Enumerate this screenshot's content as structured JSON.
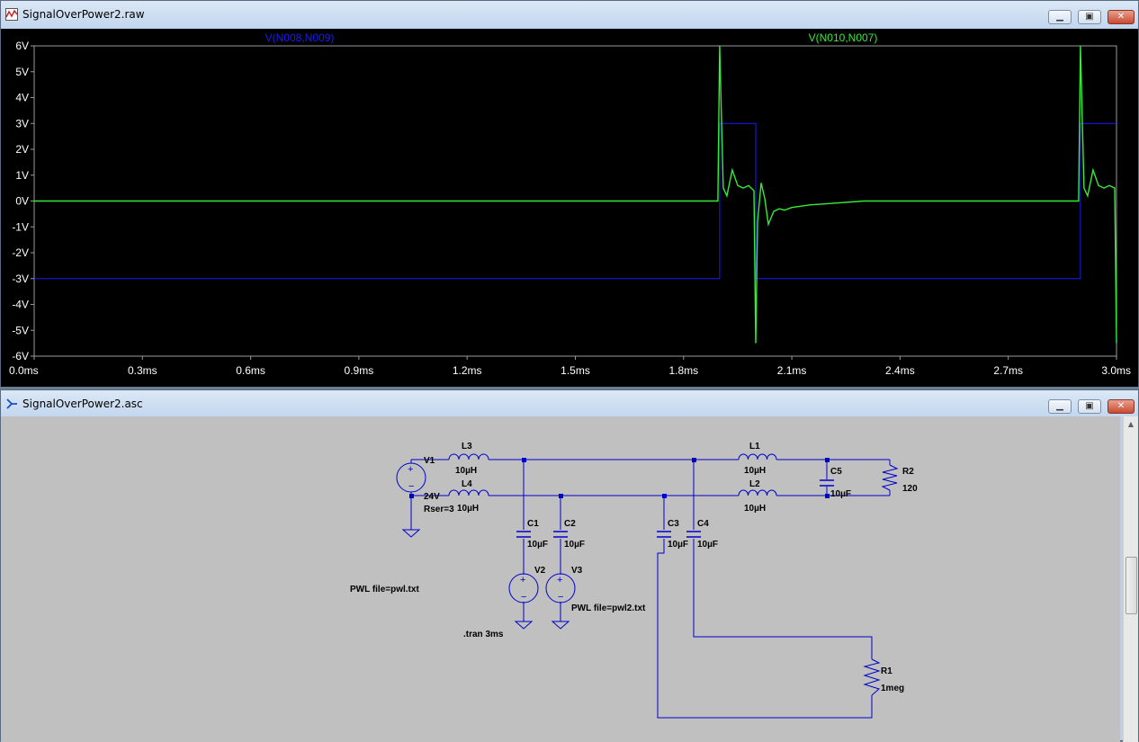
{
  "waveform_window": {
    "title": "SignalOverPower2.raw",
    "controls": {
      "minimize": "▁",
      "restore": "▣",
      "close": "✕"
    }
  },
  "schematic_window": {
    "title": "SignalOverPower2.asc",
    "controls": {
      "minimize": "▁",
      "restore": "▣",
      "close": "✕"
    }
  },
  "colors": {
    "plot_bg": "#000000",
    "axis_text": "#ffffff",
    "trace1": "#1a1aff",
    "trace2": "#33ee33",
    "schematic_bg": "#c0c0c0",
    "wire": "#0000cc",
    "label": "#000000"
  },
  "chart_data": {
    "type": "line",
    "title": "",
    "xlabel": "",
    "ylabel": "",
    "xlim": [
      0,
      3.0
    ],
    "ylim": [
      -6,
      6
    ],
    "x_ticks": [
      "0.0ms",
      "0.3ms",
      "0.6ms",
      "0.9ms",
      "1.2ms",
      "1.5ms",
      "1.8ms",
      "2.1ms",
      "2.4ms",
      "2.7ms",
      "3.0ms"
    ],
    "y_ticks": [
      "6V",
      "5V",
      "4V",
      "3V",
      "2V",
      "1V",
      "0V",
      "-1V",
      "-2V",
      "-3V",
      "-4V",
      "-5V",
      "-6V"
    ],
    "grid": false,
    "series": [
      {
        "name": "V(N008,N009)",
        "color": "#1a1aff",
        "x": [
          0,
          1.9,
          1.9,
          2.0,
          2.0,
          2.9,
          2.9,
          3.0
        ],
        "y": [
          -3,
          -3,
          3,
          3,
          -3,
          -3,
          3,
          3
        ]
      },
      {
        "name": "V(N010,N007)",
        "color": "#33ee33",
        "x": [
          0,
          1.895,
          1.9,
          1.905,
          1.91,
          1.92,
          1.935,
          1.95,
          1.965,
          1.98,
          1.995,
          2.0,
          2.005,
          2.015,
          2.025,
          2.035,
          2.05,
          2.065,
          2.08,
          2.1,
          2.15,
          2.2,
          2.3,
          2.895,
          2.9,
          2.905,
          2.91,
          2.92,
          2.935,
          2.95,
          2.965,
          2.98,
          2.995,
          3.0
        ],
        "y": [
          0,
          0,
          6,
          3.2,
          0.5,
          0.2,
          1.2,
          0.6,
          0.5,
          0.6,
          0.4,
          -5.5,
          -0.8,
          0.7,
          0.1,
          -0.9,
          -0.4,
          -0.3,
          -0.35,
          -0.25,
          -0.15,
          -0.1,
          0,
          0,
          6,
          3.2,
          0.5,
          0.2,
          1.2,
          0.6,
          0.5,
          0.6,
          0.5,
          -5.5
        ]
      }
    ]
  },
  "schematic": {
    "components": [
      {
        "ref": "V1",
        "value": "24V",
        "extra": "Rser=3"
      },
      {
        "ref": "V2",
        "value": ""
      },
      {
        "ref": "V3",
        "value": ""
      },
      {
        "ref": "L1",
        "value": "10µH"
      },
      {
        "ref": "L2",
        "value": "10µH"
      },
      {
        "ref": "L3",
        "value": "10µH"
      },
      {
        "ref": "L4",
        "value": "10µH"
      },
      {
        "ref": "C1",
        "value": "10µF"
      },
      {
        "ref": "C2",
        "value": "10µF"
      },
      {
        "ref": "C3",
        "value": "10µF"
      },
      {
        "ref": "C4",
        "value": "10µF"
      },
      {
        "ref": "C5",
        "value": "10µF"
      },
      {
        "ref": "R1",
        "value": "1meg"
      },
      {
        "ref": "R2",
        "value": "120"
      }
    ],
    "directives": {
      "pwl1": "PWL file=pwl.txt",
      "pwl2": "PWL file=pwl2.txt",
      "tran": ".tran 3ms"
    }
  }
}
